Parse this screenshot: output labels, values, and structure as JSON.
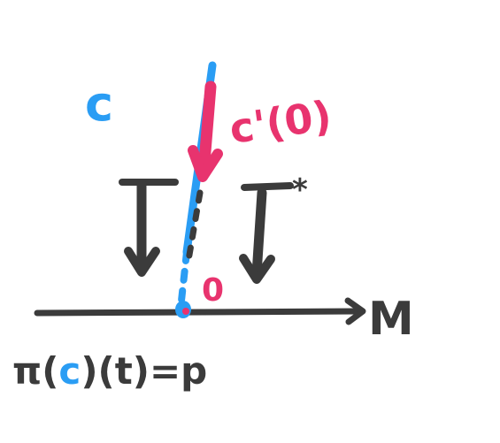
{
  "labels": {
    "curve_name": "c",
    "derivative": "c'(0)",
    "projection_left": "π",
    "projection_right": "π*",
    "origin_mark": "0",
    "base_manifold": "M",
    "bottom_eq_prefix": "π(",
    "bottom_eq_curve": "c",
    "bottom_eq_suffix": ")(t)=p"
  },
  "colors": {
    "ink": "#3b3b3b",
    "blue": "#2a9df4",
    "pink": "#e8336e"
  }
}
